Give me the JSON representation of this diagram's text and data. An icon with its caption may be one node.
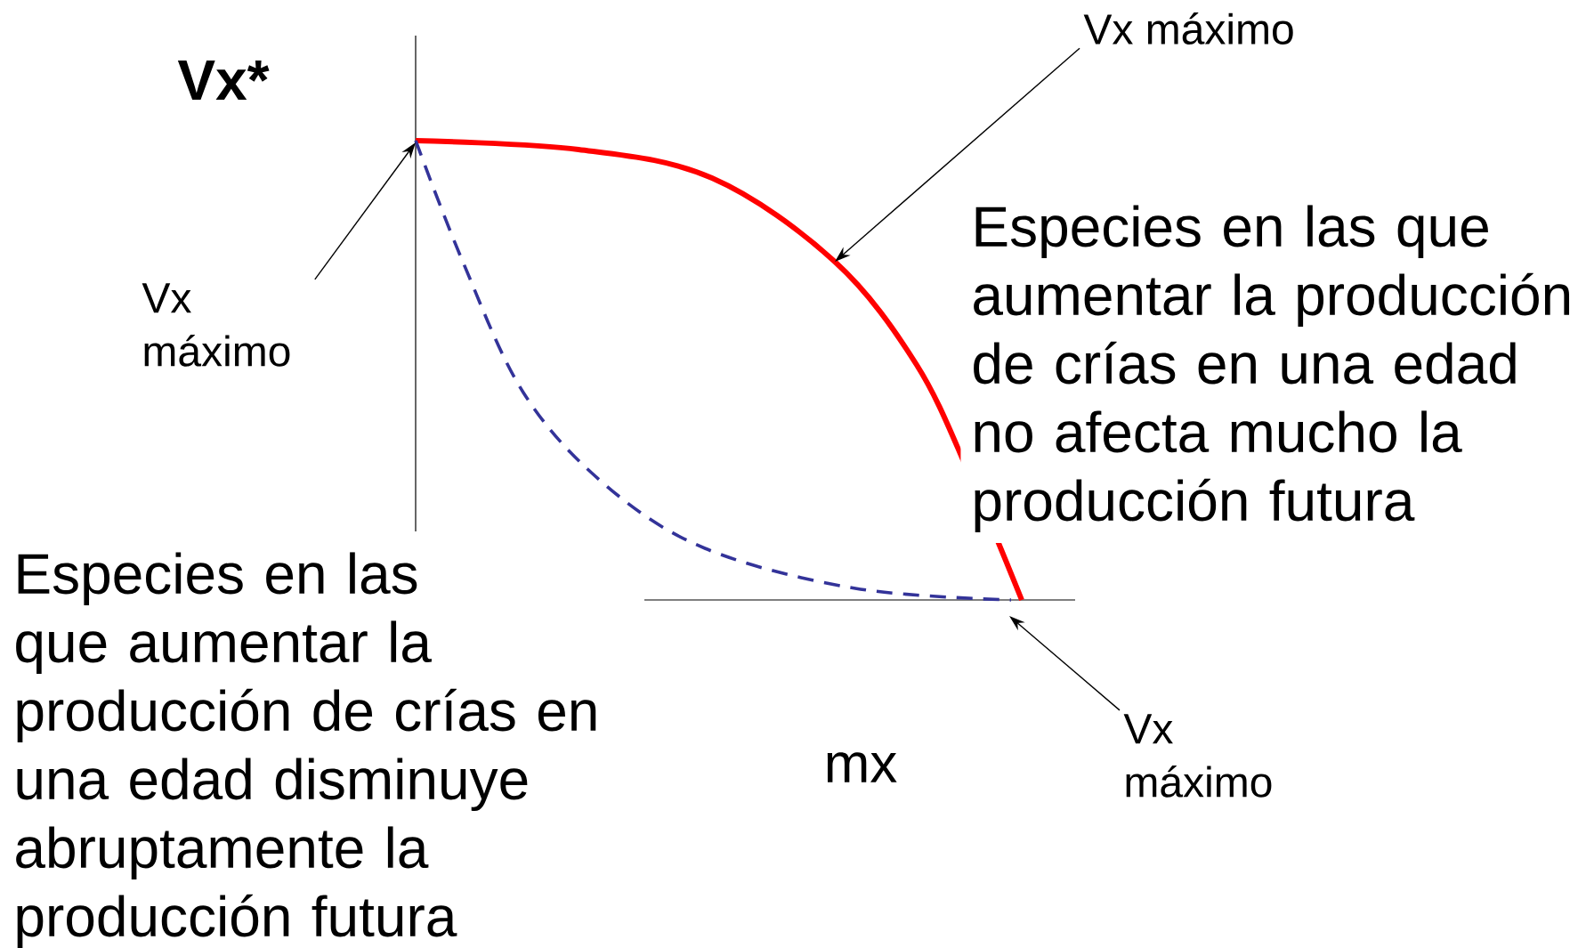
{
  "diagram": {
    "nodes": [
      {
        "text": [
          "Vx máximo"
        ]
      },
      {
        "text": [
          "Vx máximo"
        ]
      },
      {
        "text": [
          "Vx máximo"
        ]
      }
    ],
    "edges": [
      {
        "from": 0,
        "to": null,
        "arrow": "to"
      },
      {
        "from": 1,
        "to": null,
        "arrow": "to"
      },
      {
        "from": 2,
        "to": null,
        "arrow": "to"
      }
    ],
    "labels": [
      "Vx*",
      "Especies en las que aumentar la producción de crías en una edad no afecta mucho la producción futura",
      "Especies en las que aumentar la producción de crías en una edad disminuye abruptamente la producción futura",
      "mx"
    ]
  }
}
